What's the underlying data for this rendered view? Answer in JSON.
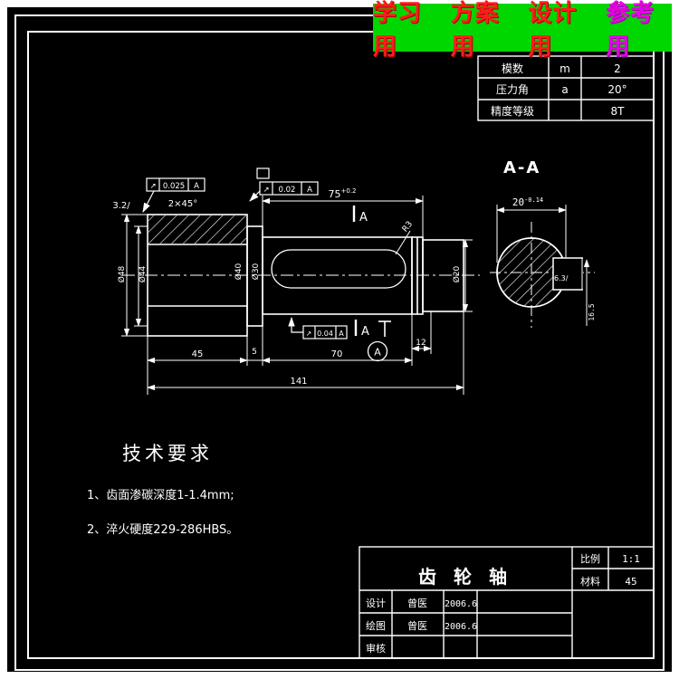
{
  "banner": {
    "bg": "#00d600",
    "words": [
      {
        "text": "学习用",
        "color": "#ff1c1c"
      },
      {
        "text": "方案用",
        "color": "#ff1c1c"
      },
      {
        "text": "设计用",
        "color": "#ff1c1c"
      },
      {
        "text": "参考用",
        "color": "#e700e7"
      }
    ]
  },
  "gear_table": {
    "rows": [
      [
        "模数",
        "m",
        "2"
      ],
      [
        "压力角",
        "a",
        "20°"
      ],
      [
        "精度等级",
        "",
        "8T"
      ]
    ]
  },
  "section_view": {
    "title": "A-A",
    "dim": "20",
    "dim_tol": "-0.14",
    "roughness": "6.3/",
    "depth_dim": "16.5"
  },
  "main_view": {
    "dims": {
      "top_len": "75",
      "top_tol": "+0.2",
      "gear_width": "45",
      "collar_width": "5",
      "mid_len": "70",
      "end_len": "12",
      "overall": "141"
    },
    "diameters": {
      "d_outer": "Ø48",
      "d_root": "Ø44",
      "d_hub": "Ø40",
      "d_collar": "Ø30",
      "d_end": "Ø20"
    },
    "chamfer": "2×45°",
    "surface": "3.2/",
    "slot_radius": "R3",
    "frames": [
      {
        "sym": "↗",
        "val": "0.025",
        "ref": "A"
      },
      {
        "sym": "↗",
        "val": "0.02",
        "ref": "A"
      },
      {
        "sym": "↗",
        "val": "0.04",
        "ref": "A"
      }
    ],
    "section_label": "A",
    "datum_label": "A"
  },
  "tech_req": {
    "title": "技术要求",
    "items": [
      "1、齿面渗碳深度1-1.4mm;",
      "2、淬火硬度229-286HBS。"
    ]
  },
  "title_block": {
    "part_name": "齿 轮 轴",
    "scale_label": "比例",
    "scale_value": "1:1",
    "material_label": "材料",
    "material_value": "45",
    "rows": [
      {
        "role": "设计",
        "name": "曾医",
        "date": "2006.6"
      },
      {
        "role": "绘图",
        "name": "曾医",
        "date": "2006.6"
      },
      {
        "role": "审核",
        "name": "",
        "date": ""
      }
    ]
  }
}
